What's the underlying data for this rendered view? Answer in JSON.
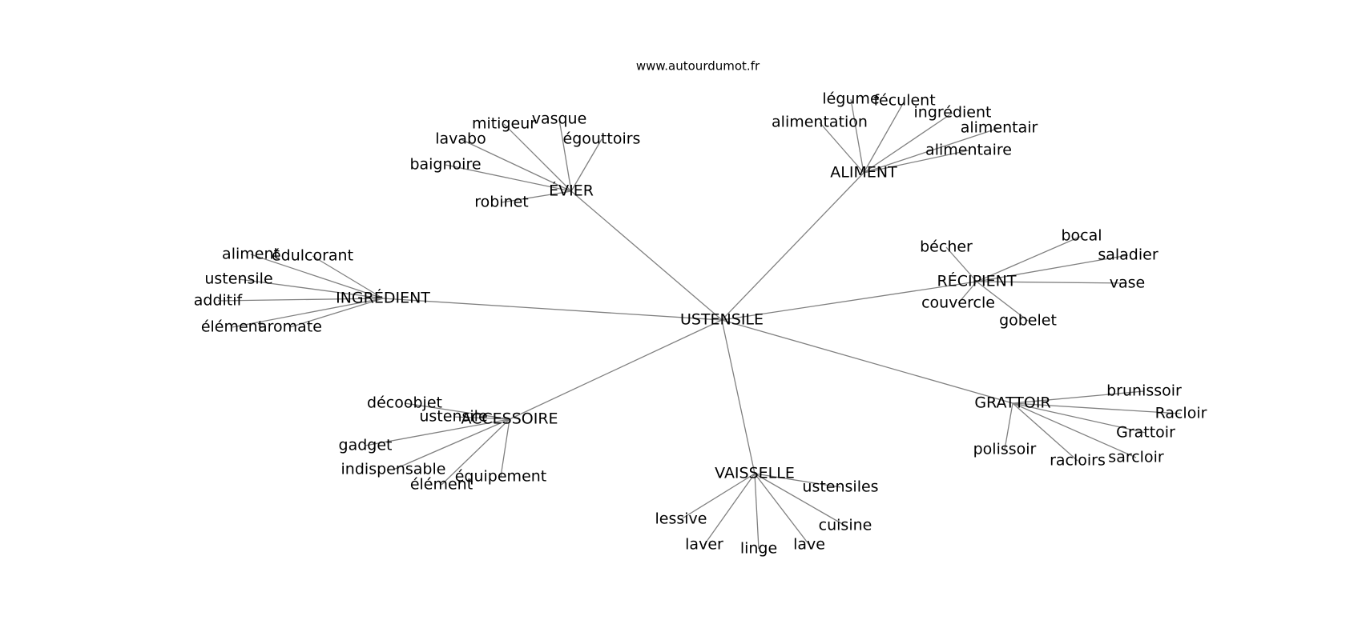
{
  "source_label": "www.autourdumot.fr",
  "center": "USTENSILE",
  "hubs": [
    {
      "label": "ÉVIER",
      "leaves": [
        "mitigeur",
        "vasque",
        "lavabo",
        "égouttoirs",
        "baignoire",
        "robinet"
      ]
    },
    {
      "label": "ALIMENT",
      "leaves": [
        "légume",
        "féculent",
        "alimentation",
        "ingrédient",
        "alimentair",
        "alimentaire"
      ]
    },
    {
      "label": "INGRÉDIENT",
      "leaves": [
        "aliment",
        "édulcorant",
        "ustensile",
        "additif",
        "élément",
        "aromate"
      ]
    },
    {
      "label": "RÉCIPIENT",
      "leaves": [
        "bocal",
        "bécher",
        "saladier",
        "vase",
        "couvercle",
        "gobelet"
      ]
    },
    {
      "label": "ACCESSOIRE",
      "leaves": [
        "décoobjet",
        "ustensile",
        "gadget",
        "indispensable",
        "élément",
        "équipement"
      ]
    },
    {
      "label": "GRATTOIR",
      "leaves": [
        "brunissoir",
        "Racloir",
        "Grattoir",
        "polissoir",
        "racloirs",
        "sarcloir"
      ]
    },
    {
      "label": "VAISSELLE",
      "leaves": [
        "ustensiles",
        "lessive",
        "cuisine",
        "laver",
        "linge",
        "lave"
      ]
    }
  ]
}
